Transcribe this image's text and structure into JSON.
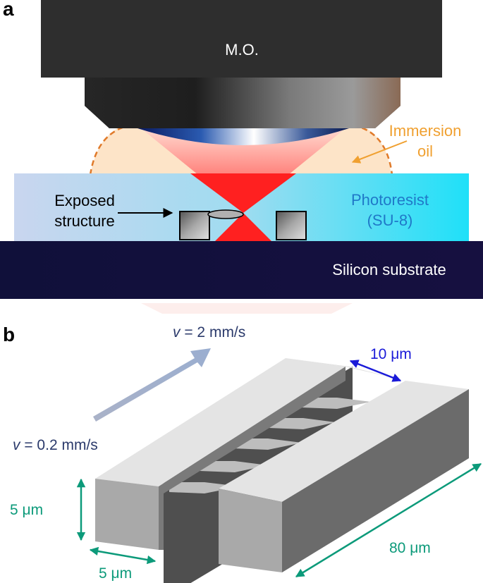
{
  "panel_a": {
    "letter": "a",
    "objective_label": "M.O.",
    "oil_label_line1": "Immersion",
    "oil_label_line2": "oil",
    "photoresist_line1": "Photoresist",
    "photoresist_line2": "(SU-8)",
    "exposed_line1": "Exposed",
    "exposed_line2": "structure",
    "substrate_label": "Silicon substrate"
  },
  "panel_b": {
    "letter": "b",
    "speed_fast_var": "v",
    "speed_fast_value": " = 2 mm/s",
    "speed_slow_var": "v",
    "speed_slow_value": " = 0.2 mm/s",
    "gap_label": "10 μm",
    "height_label": "5 μm",
    "width_label": "5 μm",
    "length_label": "80 μm"
  },
  "colors": {
    "objective": "#2e2e2e",
    "oil_label": "#f0a030",
    "oil_outline": "#e07a2a",
    "photoresist_label": "#1f78c8",
    "substrate": "#120f38",
    "laser": "#ff2020",
    "speed_label": "#2b3a6b",
    "gap_dimension": "#1a1ad8",
    "teal_dimension": "#0c9a7a",
    "block_top": "#e4e4e4",
    "block_front": "#a9a9a9",
    "block_side": "#6b6b6b"
  }
}
